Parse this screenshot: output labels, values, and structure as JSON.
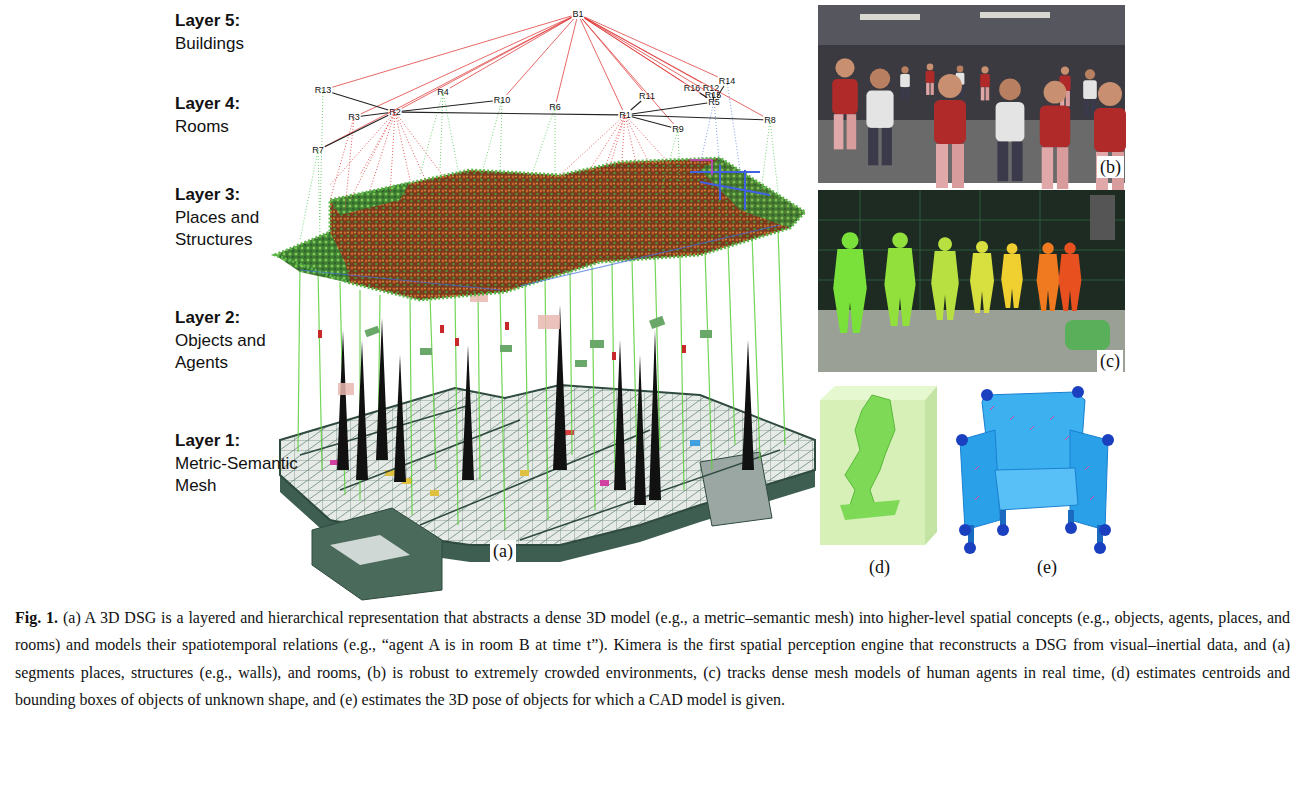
{
  "diagram": {
    "caption": "(a) A 3D DSG is a layered and hierarchical representation that abstracts a dense 3D model (e.g., a metric–semantic mesh) into higher-level spatial concepts (e.g., objects, agents, places, and rooms) and models their spatiotemporal relations (e.g., “agent A is in room B at time t”). Kimera is the first spatial perception engine that reconstructs a DSG from visual–inertial data, and (a) segments places, structures (e.g., walls), and rooms, (b) is robust to extremely crowded environments, (c) tracks dense mesh models of human agents in real time, (d) estimates centroids and bounding boxes of objects of unknown shape, and (e) estimates the 3D pose of objects for which a CAD model is given.",
    "nodes": [
      {
        "text": [
          "B1"
        ]
      },
      {
        "text": [
          "R14"
        ]
      },
      {
        "text": [
          "R16"
        ]
      },
      {
        "text": [
          "R12"
        ]
      },
      {
        "text": [
          "R13"
        ]
      },
      {
        "text": [
          "R4"
        ]
      },
      {
        "text": [
          "R11"
        ]
      },
      {
        "text": [
          "R15"
        ]
      },
      {
        "text": [
          "R10"
        ]
      },
      {
        "text": [
          "R5"
        ]
      },
      {
        "text": [
          "R6"
        ]
      },
      {
        "text": [
          "R2"
        ]
      },
      {
        "text": [
          "R1"
        ]
      },
      {
        "text": [
          "R3"
        ]
      },
      {
        "text": [
          "R8"
        ]
      },
      {
        "text": [
          "R9"
        ]
      },
      {
        "text": [
          "R7"
        ]
      }
    ],
    "edges": [
      {
        "from": 0,
        "to": 1,
        "arrow": "none"
      },
      {
        "from": 0,
        "to": 2,
        "arrow": "none"
      },
      {
        "from": 0,
        "to": 3,
        "arrow": "none"
      },
      {
        "from": 0,
        "to": 4,
        "arrow": "none"
      },
      {
        "from": 0,
        "to": 5,
        "arrow": "none"
      },
      {
        "from": 0,
        "to": 6,
        "arrow": "none"
      },
      {
        "from": 0,
        "to": 7,
        "arrow": "none"
      },
      {
        "from": 0,
        "to": 8,
        "arrow": "none"
      },
      {
        "from": 0,
        "to": 9,
        "arrow": "none"
      },
      {
        "from": 0,
        "to": 10,
        "arrow": "none"
      },
      {
        "from": 0,
        "to": 11,
        "arrow": "none"
      },
      {
        "from": 0,
        "to": 12,
        "arrow": "none"
      },
      {
        "from": 0,
        "to": 13,
        "arrow": "none"
      },
      {
        "from": 0,
        "to": 14,
        "arrow": "none"
      },
      {
        "from": 0,
        "to": 15,
        "arrow": "none"
      },
      {
        "from": 0,
        "to": 16,
        "arrow": "none"
      },
      {
        "from": 11,
        "to": 13,
        "arrow": "none"
      },
      {
        "from": 11,
        "to": 4,
        "arrow": "none"
      },
      {
        "from": 11,
        "to": 16,
        "arrow": "none"
      },
      {
        "from": 11,
        "to": 8,
        "arrow": "none"
      },
      {
        "from": 11,
        "to": 12,
        "arrow": "none"
      },
      {
        "from": 12,
        "to": 6,
        "arrow": "none"
      },
      {
        "from": 12,
        "to": 15,
        "arrow": "none"
      },
      {
        "from": 12,
        "to": 9,
        "arrow": "none"
      },
      {
        "from": 9,
        "to": 7,
        "arrow": "none"
      },
      {
        "from": 9,
        "to": 2,
        "arrow": "none"
      },
      {
        "from": 9,
        "to": 3,
        "arrow": "none"
      },
      {
        "from": 9,
        "to": 1,
        "arrow": "none"
      },
      {
        "from": 12,
        "to": 14,
        "arrow": "none"
      }
    ],
    "labels": [
      "Layer 5:",
      "Buildings",
      "Layer 4:",
      "Rooms",
      "Layer 3:",
      "Places and Structures",
      "Layer 2:",
      "Objects and Agents",
      "Layer 1:",
      "Metric-Semantic Mesh",
      "(a)",
      "(b)",
      "(c)",
      "(d)",
      "(e)",
      "Fig. 1."
    ]
  }
}
